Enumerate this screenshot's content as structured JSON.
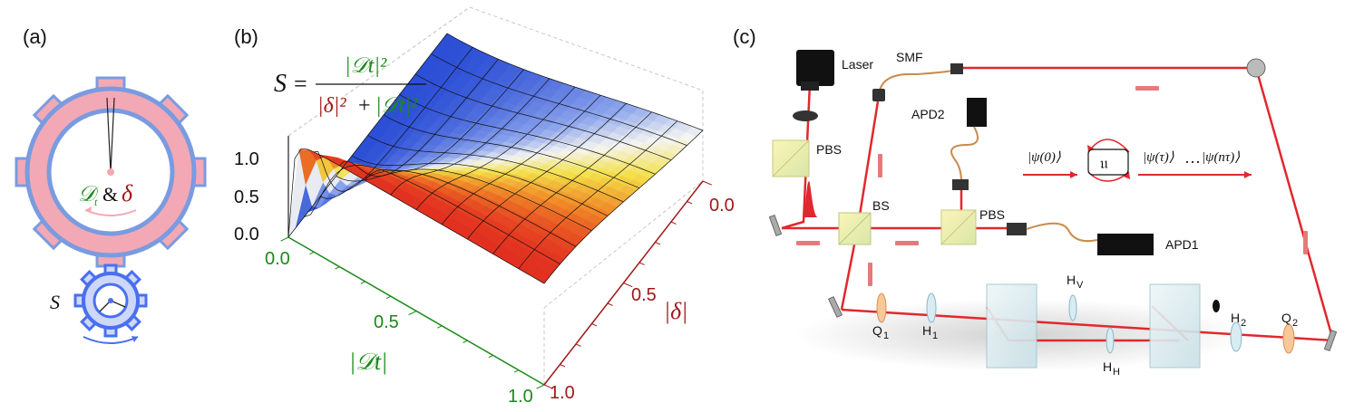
{
  "panel_a": {
    "label": "(a)",
    "gear_text": {
      "d": "𝒟",
      "sub": "t",
      "amp": "&",
      "delta": "δ"
    },
    "s_symbol": "S"
  },
  "panel_b": {
    "label": "(b)",
    "formula": {
      "lhs": "S",
      "eq": "=",
      "num": "|𝒟t|²",
      "den_left": "|δ|²",
      "plus": "+",
      "den_right": "|𝒟t|²"
    },
    "z_ticks": [
      "1.0",
      "0.5",
      "0.0"
    ],
    "dt_ticks": [
      "0.0",
      "0.5",
      "1.0"
    ],
    "delta_ticks": [
      "0.0",
      "0.5",
      "1.0"
    ],
    "dt_axis_label": "|𝒟t|",
    "delta_axis_label": "|δ|",
    "colors": {
      "green": "#1a8a1a",
      "red": "#a01818"
    }
  },
  "chart_data": {
    "type": "surface",
    "function": "S = |Dt|^2 / (|delta|^2 + |Dt|^2)",
    "x_axis": {
      "label": "|Dt|",
      "range": [
        0,
        1
      ],
      "ticks": [
        0.0,
        0.5,
        1.0
      ]
    },
    "y_axis": {
      "label": "|delta|",
      "range": [
        0,
        1
      ],
      "ticks": [
        0.0,
        0.5,
        1.0
      ]
    },
    "z_axis": {
      "range": [
        0,
        1
      ],
      "ticks": [
        0.0,
        0.5,
        1.0
      ]
    },
    "grid_lines": 11
  },
  "panel_c": {
    "label": "(c)",
    "components": {
      "laser": "Laser",
      "smf": "SMF",
      "apd2": "APD2",
      "apd1": "APD1",
      "pbs_top": "PBS",
      "bs": "BS",
      "pbs_mid": "PBS",
      "q1": "Q",
      "q1_sub": "1",
      "h1": "H",
      "h1_sub": "1",
      "hv": "H",
      "hv_sub": "V",
      "hh": "H",
      "hh_sub": "H",
      "h2": "H",
      "h2_sub": "2",
      "q2": "Q",
      "q2_sub": "2"
    },
    "evolution": {
      "psi0": "|ψ(0)⟩",
      "op": "𝔲",
      "psit": "|ψ(τ)⟩",
      "dots": "…",
      "psint": "|ψ(nτ)⟩"
    },
    "colors": {
      "beam": "#e0282e"
    }
  }
}
